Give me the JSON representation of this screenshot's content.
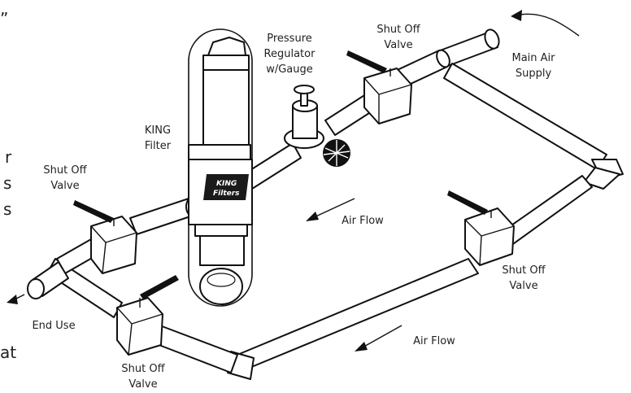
{
  "labels": {
    "pressure_regulator": [
      "Pressure",
      "Regulator",
      "w/Gauge"
    ],
    "shut_off_top": [
      "Shut Off",
      "Valve"
    ],
    "main_air_supply": [
      "Main Air",
      "Supply"
    ],
    "king_filter": [
      "KING",
      "Filter"
    ],
    "shut_off_left": [
      "Shut Off",
      "Valve"
    ],
    "air_flow_middle": "Air Flow",
    "shut_off_right": [
      "Shut Off",
      "Valve"
    ],
    "end_use": "End Use",
    "shut_off_bottom": [
      "Shut Off",
      "Valve"
    ],
    "air_flow_bottom": "Air Flow"
  },
  "filter_badge": [
    "KING",
    "Filters"
  ],
  "cropped_text": [
    "”",
    "r",
    "s",
    "s",
    "at"
  ]
}
